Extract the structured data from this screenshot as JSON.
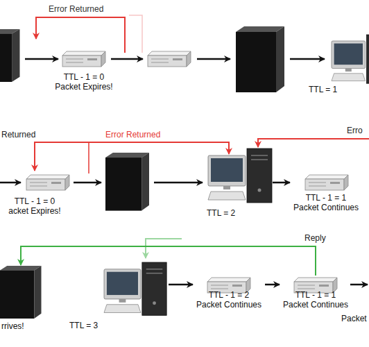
{
  "diagram": {
    "nodes": [
      {
        "text": [
          "TTL - 1 = 0",
          "Packet Expires!"
        ]
      },
      {
        "text": [
          "TTL = 1"
        ]
      },
      {
        "text": [
          "TTL - 1 = 0",
          "acket Expires!"
        ]
      },
      {
        "text": [
          "TTL = 2"
        ]
      },
      {
        "text": [
          "TTL - 1 = 1",
          "Packet Continues"
        ]
      },
      {
        "text": [
          "rrives!"
        ]
      },
      {
        "text": [
          "TTL = 3"
        ]
      },
      {
        "text": [
          "TTL - 1 = 2",
          "Packet Continues"
        ]
      },
      {
        "text": [
          "TTL - 1 = 1",
          "Packet Continues"
        ]
      }
    ],
    "edges": [
      {
        "from": 3,
        "to": 4,
        "arrow": "to"
      },
      {
        "from": 6,
        "to": 7,
        "arrow": "to"
      },
      {
        "from": 7,
        "to": 8,
        "arrow": "to"
      },
      {
        "from": 8,
        "to": 5,
        "label": "Reply",
        "arrow": "to"
      }
    ],
    "labels": [
      "Error Returned",
      "Returned",
      "Error Returned",
      "Erro",
      "Packet"
    ]
  }
}
